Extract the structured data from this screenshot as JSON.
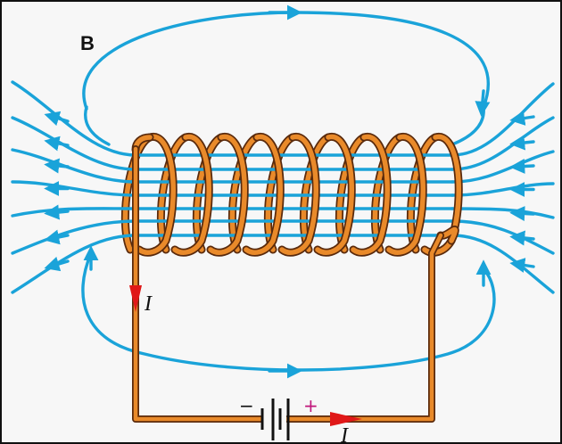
{
  "labels": {
    "panel": "B",
    "current_left": "I",
    "current_bottom": "I",
    "battery_negative": "−",
    "battery_positive": "+"
  },
  "colors": {
    "field_line": "#1aa3d9",
    "wire_fill": "#e98a2a",
    "wire_outline": "#5a2a0c",
    "current_arrow": "#e01818",
    "positive_sign": "#c0167a",
    "text": "#111111",
    "background": "#f7f7f7"
  },
  "coil": {
    "turns": 9
  }
}
